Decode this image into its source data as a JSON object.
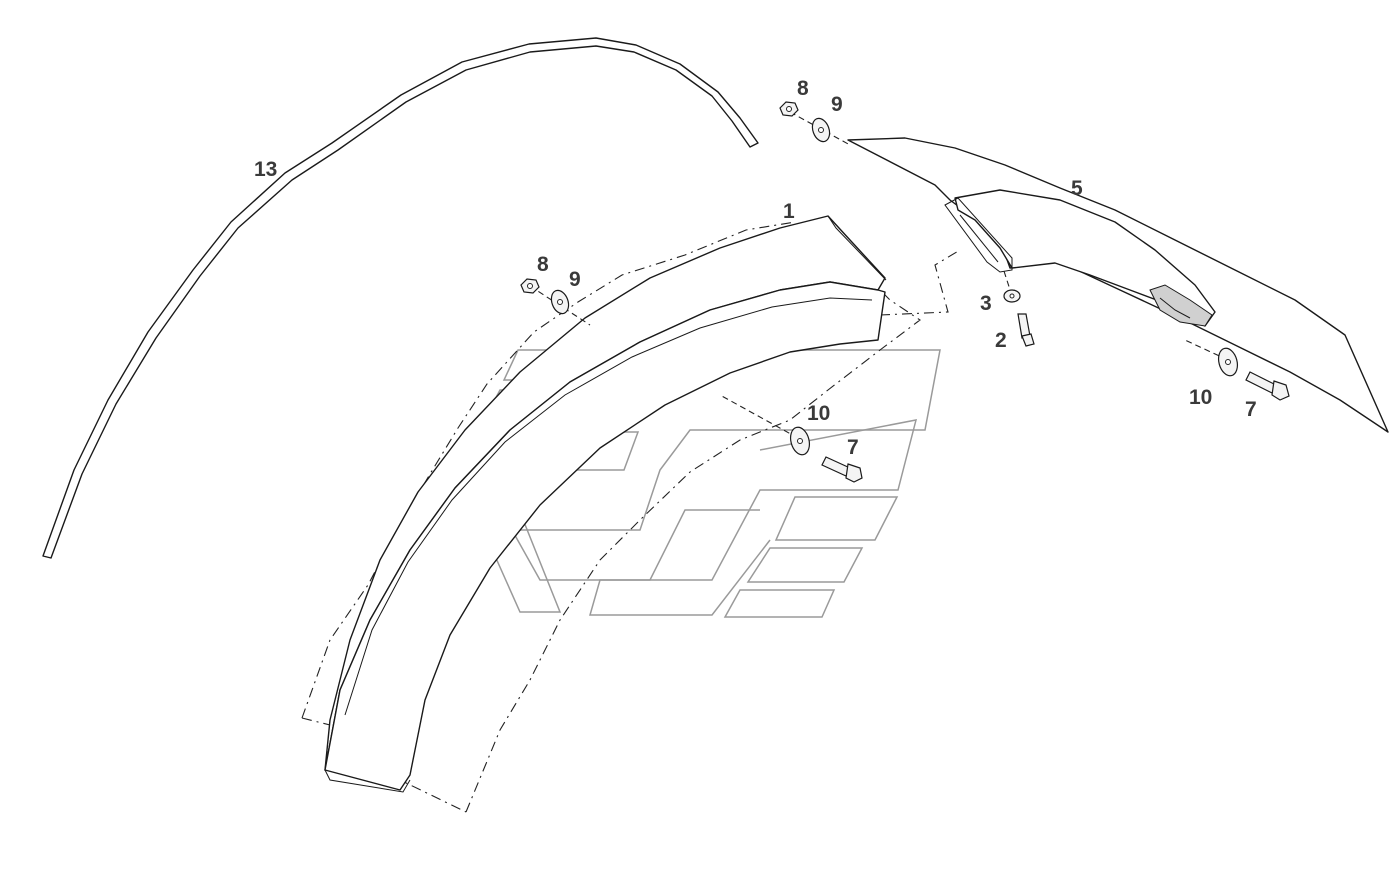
{
  "diagram": {
    "callouts": {
      "c1": "1",
      "c2": "2",
      "c3": "3",
      "c5": "5",
      "c7a": "7",
      "c7b": "7",
      "c8a": "8",
      "c8b": "8",
      "c9a": "9",
      "c9b": "9",
      "c10a": "10",
      "c10b": "10",
      "c13": "13"
    }
  }
}
